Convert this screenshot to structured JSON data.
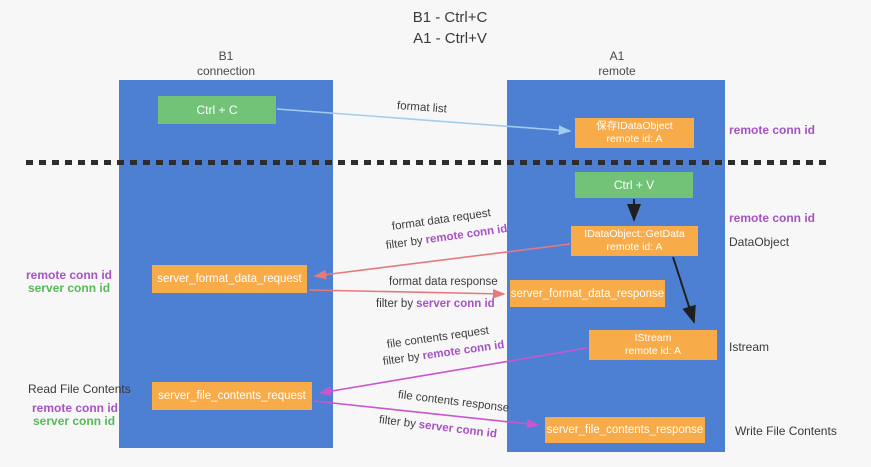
{
  "title": {
    "line1": "B1 - Ctrl+C",
    "line2": "A1 - Ctrl+V"
  },
  "columns": {
    "left": {
      "name": "B1",
      "subtitle": "connection"
    },
    "right": {
      "name": "A1",
      "subtitle": "remote"
    }
  },
  "boxes": {
    "ctrl_c": "Ctrl + C",
    "save_idataobject": {
      "line1": "保存IDataObject",
      "line2": "remote id: A"
    },
    "ctrl_v": "Ctrl + V",
    "getdata": {
      "line1": "IDataObject::GetData",
      "line2": "remote id: A"
    },
    "format_request": "server_format_data_request",
    "format_response": "server_format_data_response",
    "istream": {
      "line1": "IStream",
      "line2": "remote id: A"
    },
    "file_request": "server_file_contents_request",
    "file_response": "server_file_contents_response"
  },
  "flow_labels": {
    "format_list": "format list",
    "format_data_request": "format data request",
    "format_data_response": "format data response",
    "file_contents_request": "file contents request",
    "file_contents_response": "file contents response",
    "filter_by": "filter by",
    "remote_conn_id": "remote conn id",
    "server_conn_id": "server conn id"
  },
  "side_labels": {
    "remote_conn_id": "remote conn id",
    "server_conn_id": "server conn id",
    "data_object": "DataObject",
    "istream": "Istream",
    "read_file_contents": "Read File Contents",
    "write_file_contents": "Write File Contents"
  },
  "colors": {
    "lifeline_blue": "#4d80d2",
    "box_green": "#72c377",
    "box_orange": "#f8ab49",
    "arrow_light_blue": "#a3cdec",
    "arrow_red": "#e8797b",
    "arrow_magenta": "#ca55cd",
    "arrow_black": "#1f1f1f",
    "text_purple": "#a652c3",
    "text_green": "#57b957"
  }
}
